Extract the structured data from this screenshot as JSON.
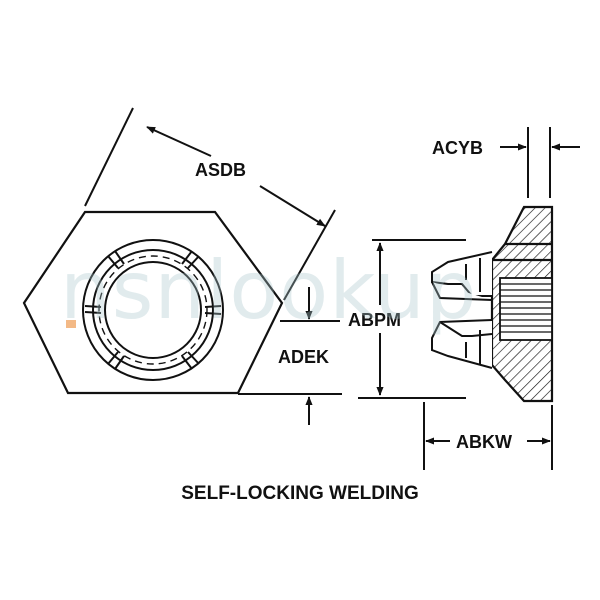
{
  "diagram": {
    "caption": "SELF-LOCKING WELDING",
    "dimensions": {
      "asdb": "ASDB",
      "adek": "ADEK",
      "abpm": "ABPM",
      "acyb": "ACYB",
      "abkw": "ABKW"
    },
    "watermark": {
      "text": "nsnlookup",
      "color": "#a9c6cc",
      "dot_color": "#f0a868"
    },
    "colors": {
      "line": "#111111",
      "background": "#ffffff"
    }
  }
}
